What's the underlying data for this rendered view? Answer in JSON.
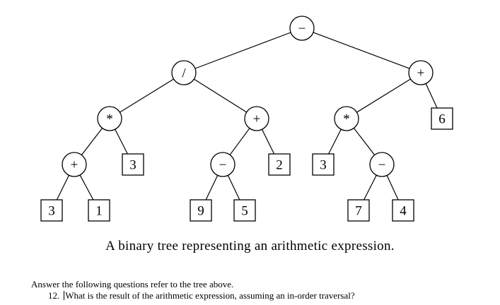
{
  "tree": {
    "nodes": [
      {
        "id": "n_root",
        "label": "−",
        "shape": "circle"
      },
      {
        "id": "n_div",
        "label": "/",
        "shape": "circle"
      },
      {
        "id": "n_plusR",
        "label": "+",
        "shape": "circle"
      },
      {
        "id": "n_mulL",
        "label": "*",
        "shape": "circle"
      },
      {
        "id": "n_plusM",
        "label": "+",
        "shape": "circle"
      },
      {
        "id": "n_mulR",
        "label": "*",
        "shape": "circle"
      },
      {
        "id": "n_6",
        "label": "6",
        "shape": "box"
      },
      {
        "id": "n_plusLL",
        "label": "+",
        "shape": "circle"
      },
      {
        "id": "n_3a",
        "label": "3",
        "shape": "box"
      },
      {
        "id": "n_minM",
        "label": "−",
        "shape": "circle"
      },
      {
        "id": "n_2",
        "label": "2",
        "shape": "box"
      },
      {
        "id": "n_3b",
        "label": "3",
        "shape": "box"
      },
      {
        "id": "n_minR",
        "label": "−",
        "shape": "circle"
      },
      {
        "id": "n_3c",
        "label": "3",
        "shape": "box"
      },
      {
        "id": "n_1",
        "label": "1",
        "shape": "box"
      },
      {
        "id": "n_9",
        "label": "9",
        "shape": "box"
      },
      {
        "id": "n_5",
        "label": "5",
        "shape": "box"
      },
      {
        "id": "n_7",
        "label": "7",
        "shape": "box"
      },
      {
        "id": "n_4",
        "label": "4",
        "shape": "box"
      }
    ],
    "edges": [
      [
        "n_root",
        "n_div"
      ],
      [
        "n_root",
        "n_plusR"
      ],
      [
        "n_div",
        "n_mulL"
      ],
      [
        "n_div",
        "n_plusM"
      ],
      [
        "n_plusR",
        "n_mulR"
      ],
      [
        "n_plusR",
        "n_6"
      ],
      [
        "n_mulL",
        "n_plusLL"
      ],
      [
        "n_mulL",
        "n_3a"
      ],
      [
        "n_plusM",
        "n_minM"
      ],
      [
        "n_plusM",
        "n_2"
      ],
      [
        "n_mulR",
        "n_3b"
      ],
      [
        "n_mulR",
        "n_minR"
      ],
      [
        "n_plusLL",
        "n_3c"
      ],
      [
        "n_plusLL",
        "n_1"
      ],
      [
        "n_minM",
        "n_9"
      ],
      [
        "n_minM",
        "n_5"
      ],
      [
        "n_minR",
        "n_7"
      ],
      [
        "n_minR",
        "n_4"
      ]
    ]
  },
  "caption": "A binary tree representing an arithmetic expression.",
  "questions": {
    "intro": "Answer the following questions refer to the tree above.",
    "number": "12.",
    "text": "What is the result of the arithmetic expression, assuming an in-order traversal?"
  }
}
